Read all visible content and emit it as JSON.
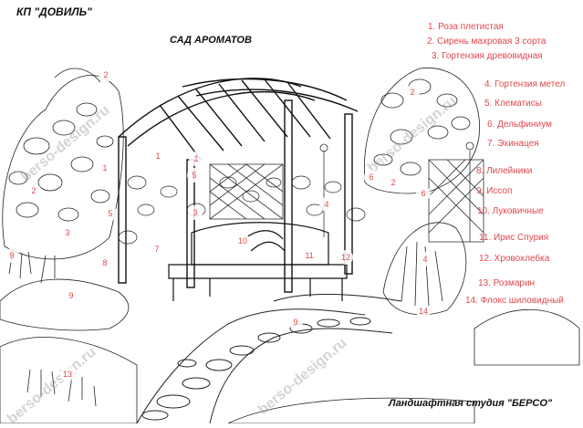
{
  "header": {
    "project": "КП \"ДОВИЛЬ\"",
    "garden_title": "САД АРОМАТОВ"
  },
  "legend": [
    "1. Роза плетистая",
    "2. Сирень махровая 3 сорта",
    "3. Гортензия древовидная",
    "4. Гортензия метел",
    "5. Клематисы",
    "6. Дельфиниум",
    "7. Эхинацея",
    "8. Лилейники",
    "9.   Иссоп",
    "10. Луковичные",
    "11. Ирис Спурия",
    "12. Хровохлебка",
    "13. Розмарин",
    "14. Флокс шиловидный"
  ],
  "markers": [
    "2",
    "2",
    "1",
    "1",
    "2",
    "1",
    "5",
    "5",
    "3",
    "9",
    "3",
    "10",
    "11",
    "12",
    "7",
    "9",
    "8",
    "4",
    "6",
    "14",
    "9",
    "13",
    "4",
    "2",
    "6"
  ],
  "watermark": "berso-design.ru",
  "footer": {
    "studio": "Ландшафтная студия \"БЕРСО\""
  },
  "colors": {
    "legend_text": "#e0474c",
    "ink": "#111111",
    "watermark": "#a0a0a0"
  }
}
